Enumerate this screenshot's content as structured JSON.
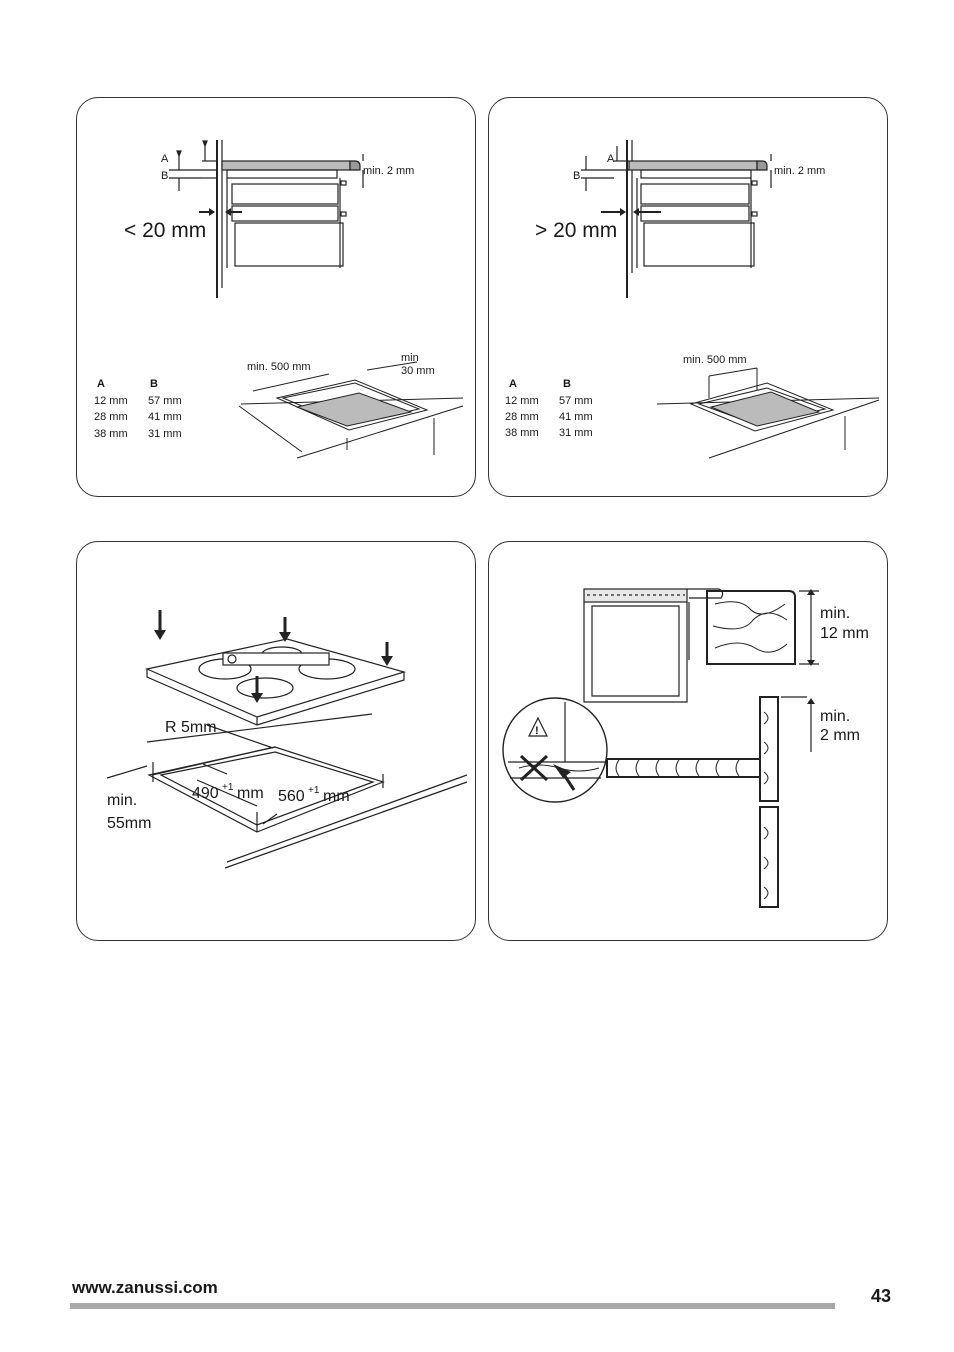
{
  "panels": {
    "p1": {
      "label_a": "A",
      "label_b": "B",
      "min_gap": "min. 2 mm",
      "wall_distance": "< 20 mm",
      "min_width": "min. 500 mm",
      "min_front": "min",
      "min_front_value": "30 mm",
      "table": {
        "headers": [
          "A",
          "B"
        ],
        "rows": [
          [
            "12 mm",
            "57 mm"
          ],
          [
            "28 mm",
            "41 mm"
          ],
          [
            "38 mm",
            "31 mm"
          ]
        ]
      }
    },
    "p2": {
      "label_a": "A",
      "label_b": "B",
      "min_gap": "min. 2 mm",
      "wall_distance": "> 20 mm",
      "min_width": "min. 500 mm",
      "table": {
        "headers": [
          "A",
          "B"
        ],
        "rows": [
          [
            "12 mm",
            "57 mm"
          ],
          [
            "28 mm",
            "41 mm"
          ],
          [
            "38 mm",
            "31 mm"
          ]
        ]
      }
    },
    "p3": {
      "radius": "R 5mm",
      "depth_value": "490",
      "width_value": "560",
      "tolerance": "+1",
      "unit": "mm",
      "min_label": "min.",
      "min_value": "55mm"
    },
    "p4": {
      "min1_label": "min.",
      "min1_value": "12 mm",
      "min2_label": "min.",
      "min2_value": "2 mm",
      "warning_glyph": "!"
    }
  },
  "footer": {
    "url": "www.zanussi.com",
    "page_number": "43"
  }
}
